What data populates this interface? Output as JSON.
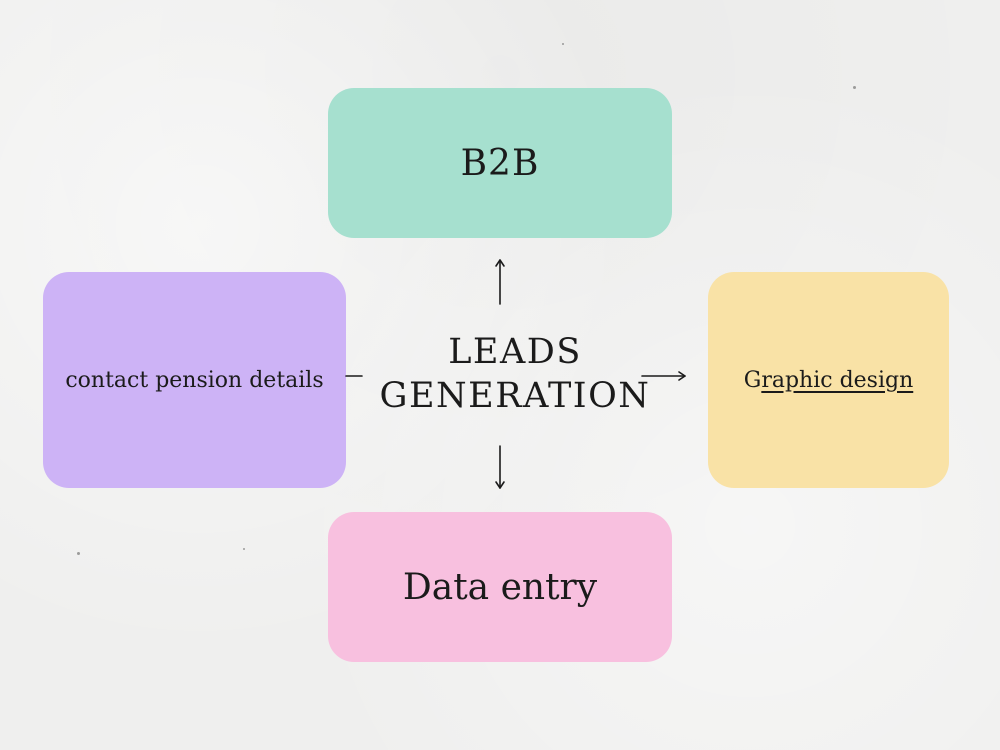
{
  "diagram": {
    "center": {
      "line1": "LEADS",
      "line2": "GENERATION"
    },
    "nodes": {
      "top": {
        "label": "B2B",
        "color": "#a6e0cf"
      },
      "left": {
        "label": "contact pension details",
        "color": "#cdb3f6"
      },
      "right": {
        "label_first": "G",
        "label_rest": "raphic design",
        "color": "#f9e2a6"
      },
      "bottom": {
        "label": "Data entry",
        "color": "#f8c0df"
      }
    }
  }
}
